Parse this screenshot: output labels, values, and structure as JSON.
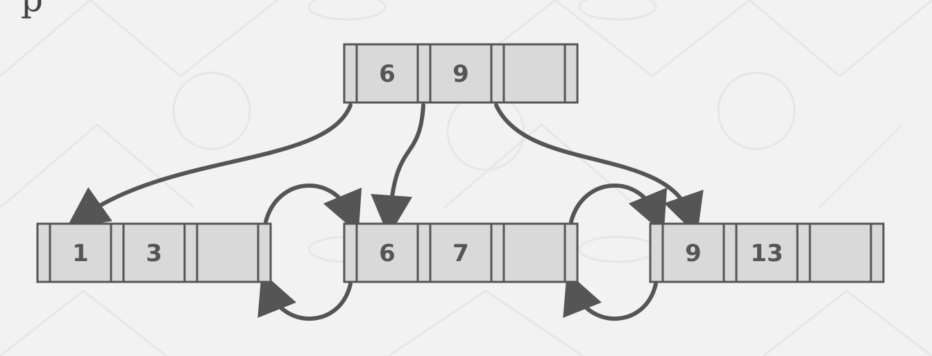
{
  "colors": {
    "background": "#f2f2f2",
    "node_fill": "#d9d9d9",
    "stroke": "#555555",
    "watermark": "#e6e6e6"
  },
  "root": {
    "keys": [
      "6",
      "9",
      ""
    ]
  },
  "leaves": [
    {
      "keys": [
        "1",
        "3",
        ""
      ]
    },
    {
      "keys": [
        "6",
        "7",
        ""
      ]
    },
    {
      "keys": [
        "9",
        "13",
        ""
      ]
    }
  ],
  "header_partial_text": "p"
}
